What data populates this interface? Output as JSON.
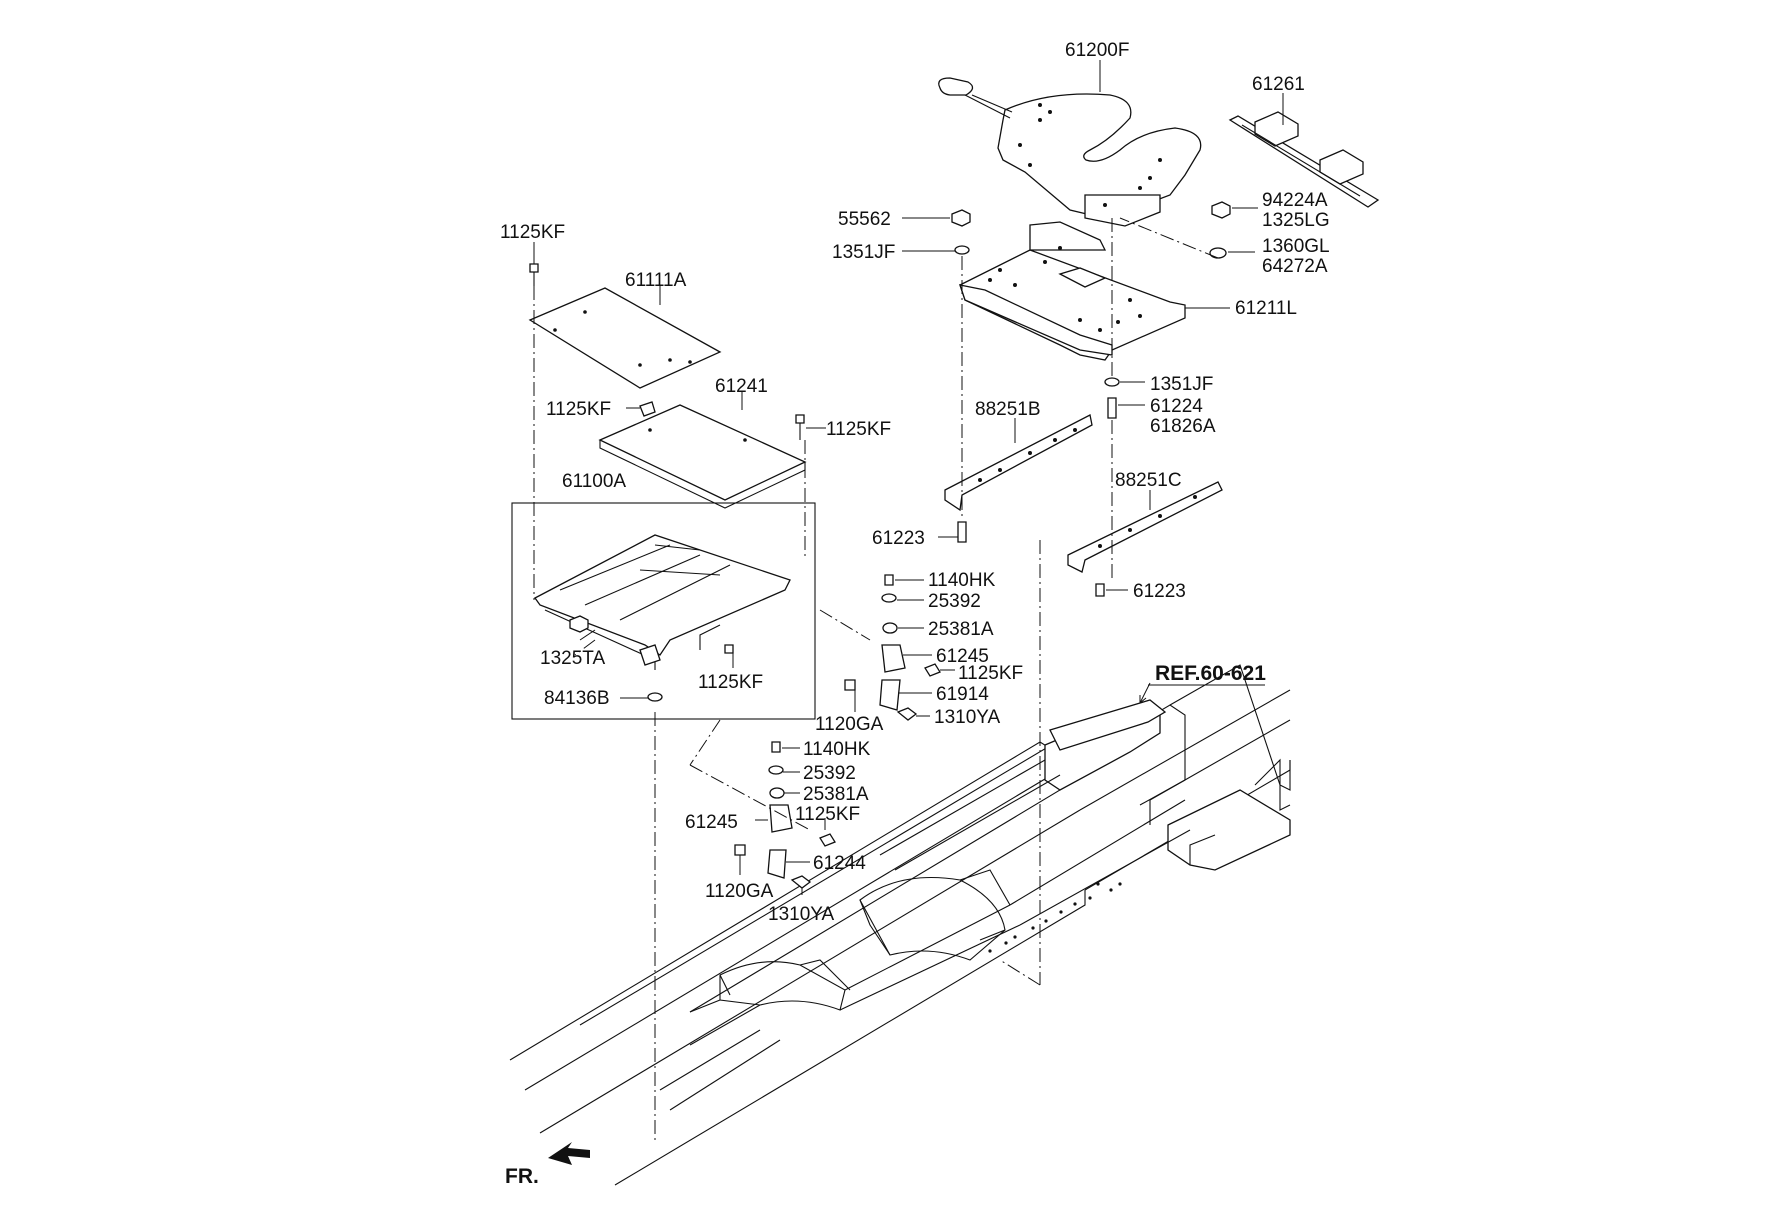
{
  "labels": {
    "p61200F": "61200F",
    "p61261": "61261",
    "p55562": "55562",
    "p1351JF_top": "1351JF",
    "p94224A": "94224A",
    "p1325LG": "1325LG",
    "p1360GL": "1360GL",
    "p64272A": "64272A",
    "p61211L": "61211L",
    "p1351JF_bot": "1351JF",
    "p61224": "61224",
    "p61826A": "61826A",
    "p88251B": "88251B",
    "p88251C": "88251C",
    "p61223_a": "61223",
    "p61223_b": "61223",
    "p1125KF_a": "1125KF",
    "p61111A": "61111A",
    "p1125KF_b": "1125KF",
    "p61241": "61241",
    "p1125KF_c": "1125KF",
    "p61100A": "61100A",
    "p1325TA": "1325TA",
    "p1125KF_d": "1125KF",
    "p84136B": "84136B",
    "p1140HK_a": "1140HK",
    "p25392_a": "25392",
    "p25381A_a": "25381A",
    "p61245_a": "61245",
    "p1125KF_e": "1125KF",
    "p61914": "61914",
    "p1120GA_a": "1120GA",
    "p1310YA_a": "1310YA",
    "p1140HK_b": "1140HK",
    "p25392_b": "25392",
    "p25381A_b": "25381A",
    "p61245_b": "61245",
    "p1125KF_f": "1125KF",
    "p61244": "61244",
    "p1120GA_b": "1120GA",
    "p1310YA_b": "1310YA",
    "ref": "REF.60-621",
    "front": "FR."
  }
}
